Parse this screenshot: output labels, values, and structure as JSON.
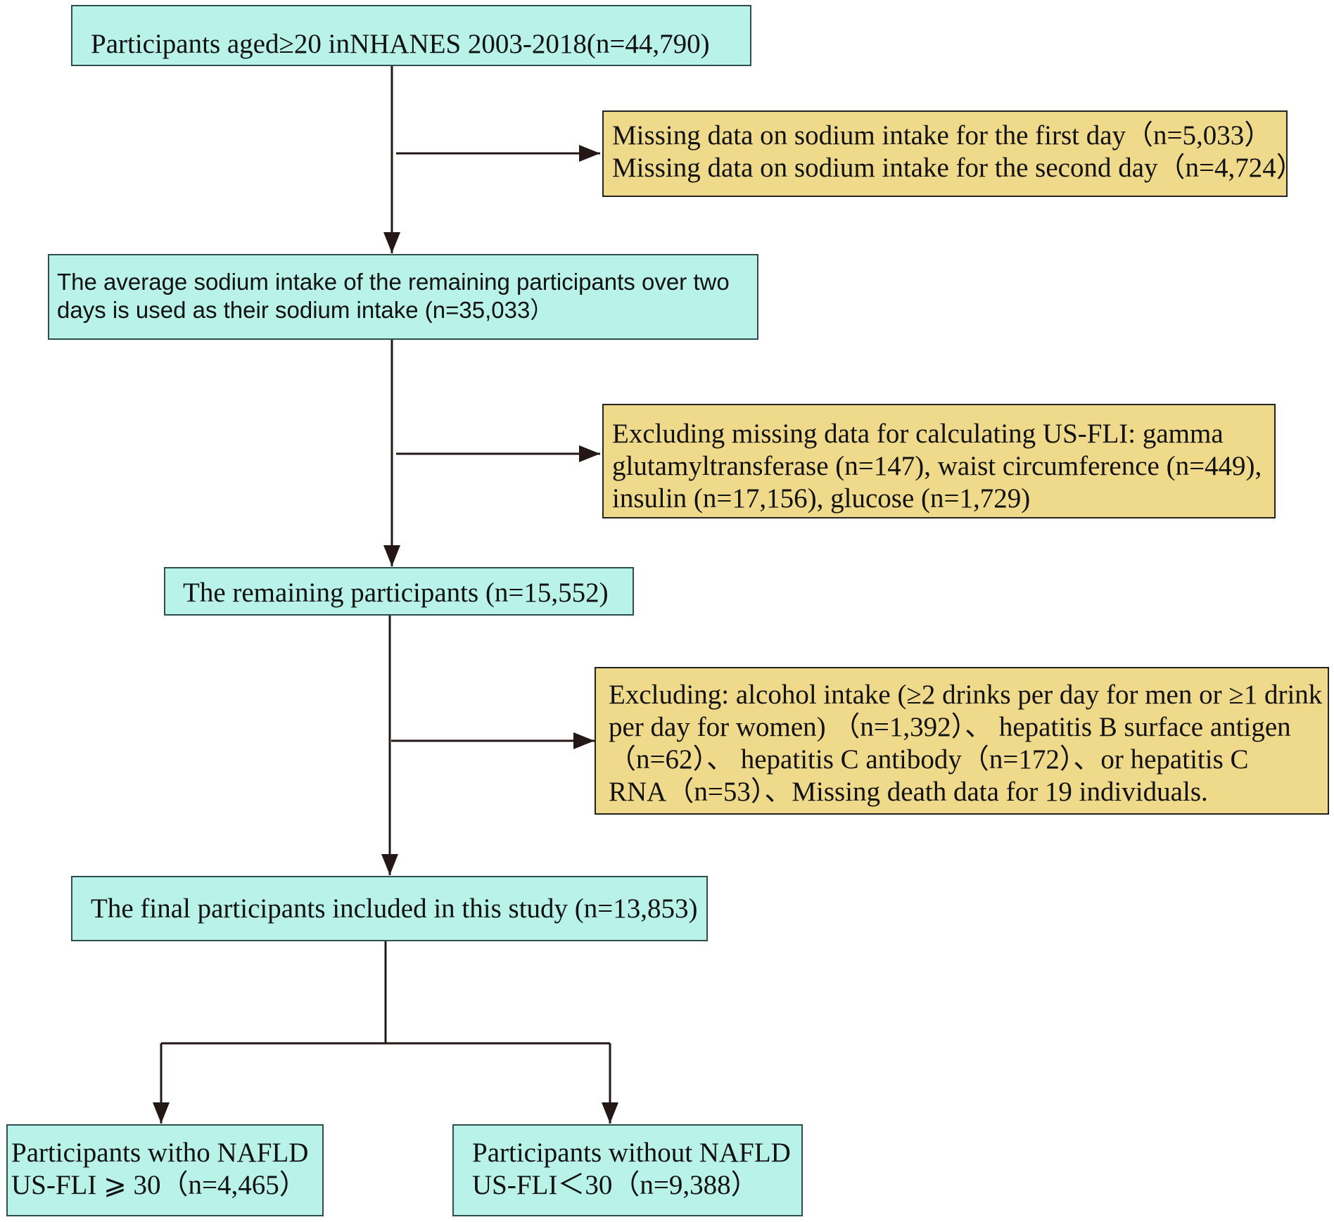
{
  "boxes": {
    "start": "Participants aged≥20 inNHANES 2003-2018(n=44,790)",
    "exclusion1": [
      "Missing data on sodium intake for the first day（n=5,033）",
      "Missing data on sodium intake for the second day（n=4,724）"
    ],
    "average": [
      "The average sodium intake of the remaining participants over two",
      "days is used as their sodium intake (n=35,033）"
    ],
    "exclusion2": [
      "Excluding missing data for calculating US-FLI: gamma",
      "glutamyltransferase (n=147), waist circumference (n=449),",
      "insulin (n=17,156), glucose (n=1,729)"
    ],
    "remaining": "The remaining participants (n=15,552)",
    "exclusion3": [
      "Excluding: alcohol intake (≥2 drinks per day for men or ≥1 drink",
      "per day for women) （n=1,392）、 hepatitis B surface antigen",
      "（n=62）、 hepatitis C antibody（n=172）、or hepatitis C",
      "RNA（n=53）、Missing death data for 19 individuals."
    ],
    "final": "The final participants included in this study (n=13,853)",
    "with_nafld": [
      "Participants witho NAFLD",
      "US-FLI ⩾ 30（n=4,465）"
    ],
    "without_nafld": [
      "Participants without NAFLD",
      "US-FLI＜30（n=9,388）"
    ]
  },
  "colors": {
    "included_box": "#b8f2e9",
    "excluded_box": "#efd98a",
    "arrow": "#231815"
  }
}
